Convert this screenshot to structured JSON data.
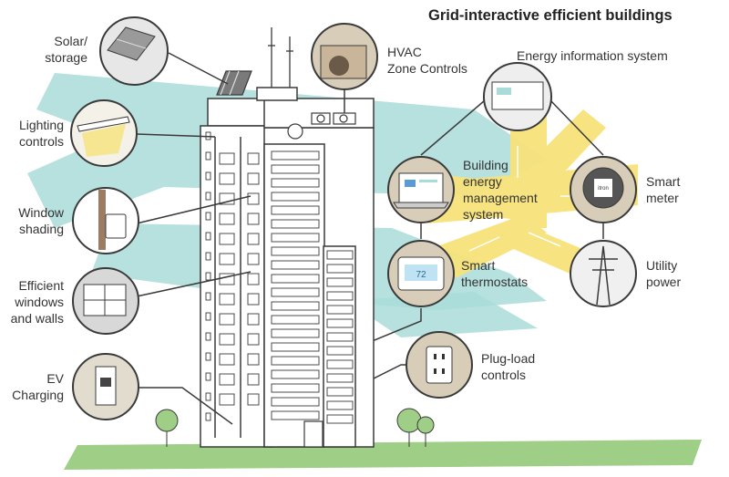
{
  "title": "Grid-interactive efficient buildings",
  "labels": {
    "solar": [
      "Solar/",
      "storage"
    ],
    "lighting": [
      "Lighting",
      "controls"
    ],
    "shading": [
      "Window",
      "shading"
    ],
    "windows": [
      "Efficient",
      "windows",
      "and walls"
    ],
    "ev": [
      "EV",
      "Charging"
    ],
    "hvac": [
      "HVAC",
      "Zone Controls"
    ],
    "eis": [
      "Energy information system"
    ],
    "bems": [
      "Building",
      "energy",
      "management",
      "system"
    ],
    "meter": [
      "Smart",
      "meter"
    ],
    "thermostats": [
      "Smart",
      "thermostats"
    ],
    "utility": [
      "Utility",
      "power"
    ],
    "plug": [
      "Plug-load",
      "controls"
    ]
  },
  "thermostat_display": "72",
  "meter_brand": "itron",
  "colors": {
    "accent_teal": "#a9dcd9",
    "accent_yellow": "#f7e37a",
    "ground_green": "#9fce86",
    "circle_fill": "#d8cdb9",
    "outline": "#3a3a3a",
    "building": "#ffffff",
    "building_shadow": "#c9c9c9"
  }
}
